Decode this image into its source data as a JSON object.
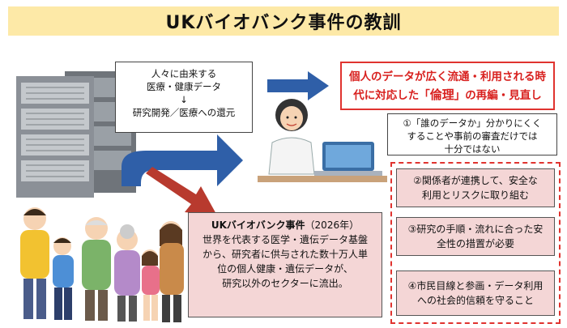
{
  "title": "UKバイオバンク事件の教訓",
  "data_box": {
    "line1": "人々に由来する",
    "line2": "医療・健康データ",
    "arrow": "↓",
    "line3": "研究開発／医療への還元"
  },
  "ethics_box": {
    "line1": "個人のデータが広く流通・利用される時",
    "line2_pre": "代に対応した「",
    "line2_em": "倫理",
    "line2_post": "」の再編・見直し"
  },
  "note1": {
    "line1": "①「誰のデータか」分かりにくく",
    "line2": "することや事前の審査だけでは",
    "line3": "十分ではない"
  },
  "points": [
    {
      "line1": "②関係者が連携して、安全な",
      "line2": "利用とリスクに取り組む"
    },
    {
      "line1": "③研究の手順・流れに合った安",
      "line2": "全性の措置が必要"
    },
    {
      "line1": "④市民目線と参画・データ利用",
      "line2": "への社会的信頼を守ること"
    }
  ],
  "incident": {
    "title": "UKバイオバンク事件",
    "year": "（2026年）",
    "line1": "世界を代表する医学・遺伝データ基盤",
    "line2": "から、研究者に供与された数十万人単",
    "line3": "位の個人健康・遺伝データが、",
    "line4": "研究以外のセクターに流出。"
  },
  "colors": {
    "title_bg": "#fde9a7",
    "accent_red": "#e0332f",
    "arrow_blue": "#2f5fa8",
    "arrow_red": "#b83a2e",
    "pink_box": "#f4d6d6"
  }
}
